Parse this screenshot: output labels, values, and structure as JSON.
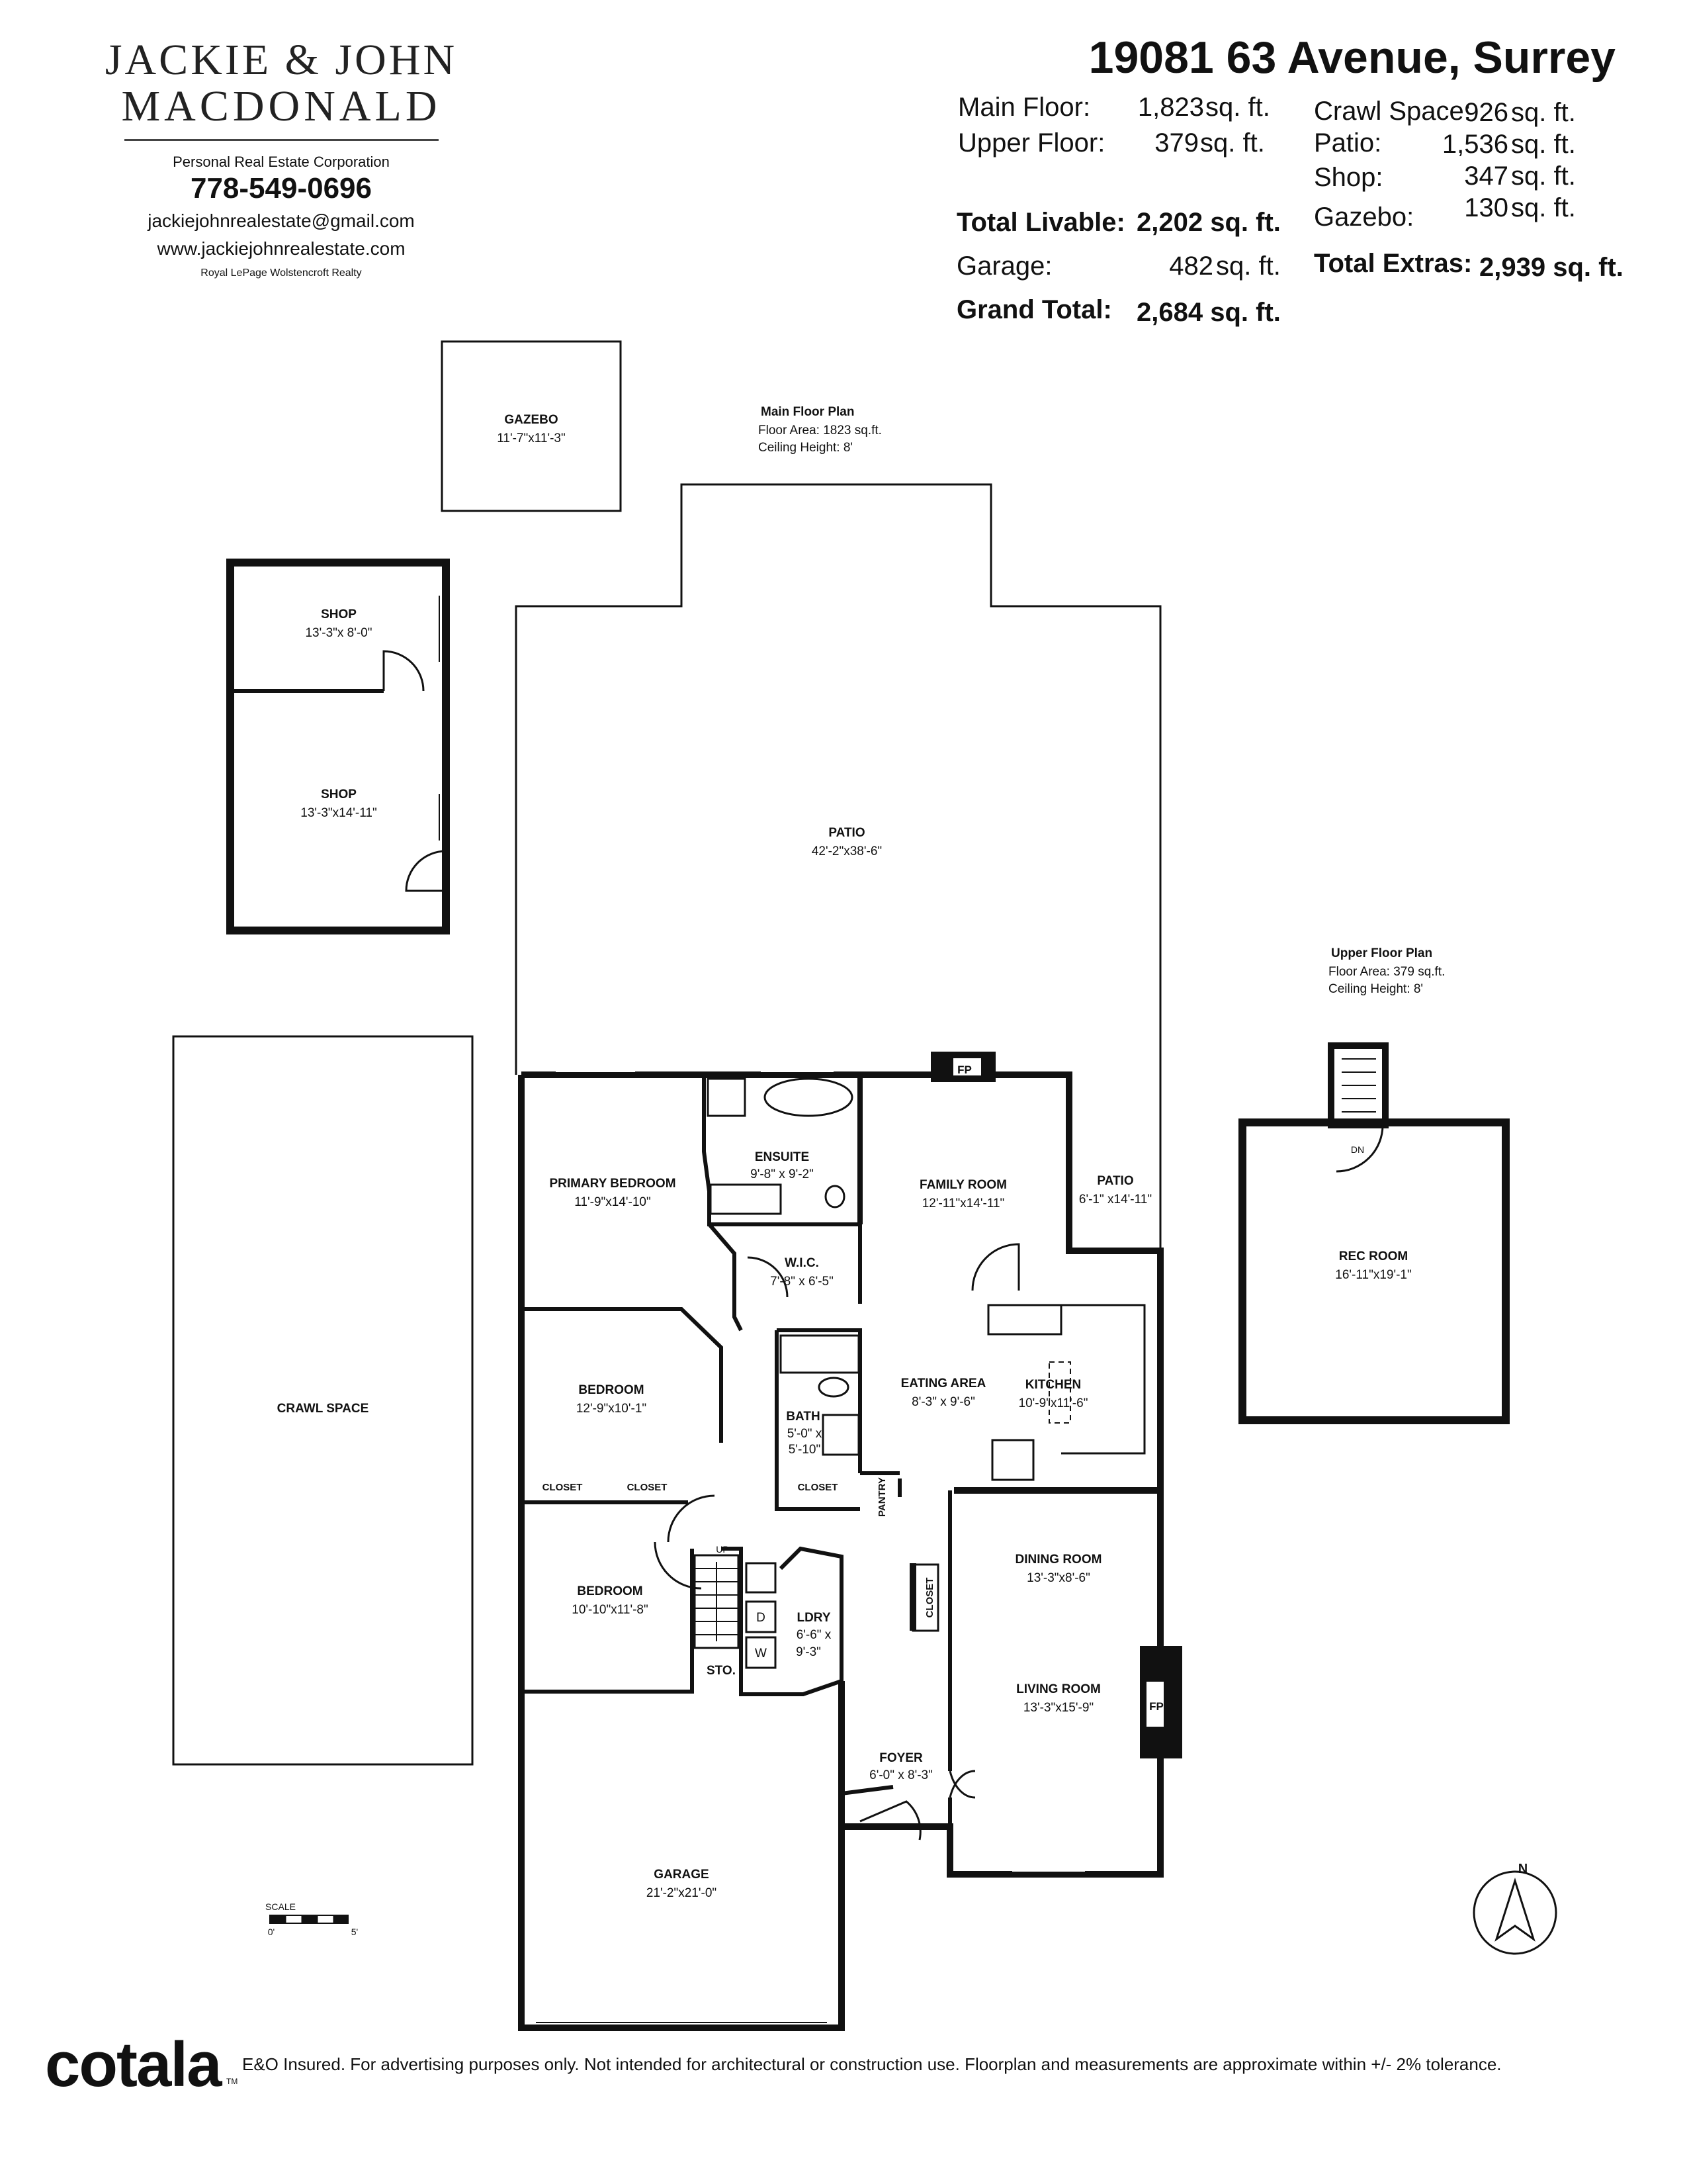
{
  "agent": {
    "name_line1": "JACKIE & JOHN",
    "name_line2": "MACDONALD",
    "corporation": "Personal Real Estate Corporation",
    "phone": "778-549-0696",
    "email": "jackiejohnrealestate@gmail.com",
    "website": "www.jackiejohnrealestate.com",
    "brokerage": "Royal LePage Wolstencroft Realty"
  },
  "address": "19081 63 Avenue, Surrey",
  "areas": {
    "main_floor": {
      "label": "Main Floor:",
      "value": "1,823",
      "unit": "sq. ft."
    },
    "upper_floor": {
      "label": "Upper Floor:",
      "value": "379",
      "unit": "sq. ft."
    },
    "total_livable": {
      "label": "Total Livable:",
      "value": "2,202 sq. ft."
    },
    "garage": {
      "label": "Garage:",
      "value": "482",
      "unit": "sq. ft."
    },
    "grand_total": {
      "label": "Grand Total:",
      "value": "2,684 sq. ft."
    },
    "crawl_space": {
      "label": "Crawl Space:",
      "value": "926",
      "unit": "sq. ft."
    },
    "patio": {
      "label": "Patio:",
      "value": "1,536",
      "unit": "sq. ft."
    },
    "shop": {
      "label": "Shop:",
      "value": "347",
      "unit": "sq. ft."
    },
    "gazebo": {
      "label": "Gazebo:",
      "value": "130",
      "unit": "sq. ft."
    },
    "total_extras": {
      "label": "Total Extras:",
      "value": "2,939 sq. ft."
    }
  },
  "main_plan": {
    "title": "Main Floor Plan",
    "area": "Floor Area: 1823 sq.ft.",
    "ceiling": "Ceiling Height: 8'"
  },
  "upper_plan": {
    "title": "Upper Floor Plan",
    "area": "Floor Area: 379 sq.ft.",
    "ceiling": "Ceiling Height: 8'"
  },
  "rooms": {
    "gazebo": {
      "name": "GAZEBO",
      "dim": "11'-7\"x11'-3\""
    },
    "shop1": {
      "name": "SHOP",
      "dim": "13'-3\"x 8'-0\""
    },
    "shop2": {
      "name": "SHOP",
      "dim": "13'-3\"x14'-11\""
    },
    "patio": {
      "name": "PATIO",
      "dim": "42'-2\"x38'-6\""
    },
    "crawl": {
      "name": "CRAWL SPACE"
    },
    "primary_bedroom": {
      "name": "PRIMARY BEDROOM",
      "dim": "11'-9\"x14'-10\""
    },
    "ensuite": {
      "name": "ENSUITE",
      "dim": "9'-8\" x 9'-2\""
    },
    "wic": {
      "name": "W.I.C.",
      "dim": "7'-8\" x 6'-5\""
    },
    "family_room": {
      "name": "FAMILY ROOM",
      "dim": "12'-11\"x14'-11\""
    },
    "patio_small": {
      "name": "PATIO",
      "dim": "6'-1\" x14'-11\""
    },
    "bedroom1": {
      "name": "BEDROOM",
      "dim": "12'-9\"x10'-1\""
    },
    "bath": {
      "name": "BATH",
      "dim1": "5'-0\" x",
      "dim2": "5'-10\""
    },
    "eating_area": {
      "name": "EATING AREA",
      "dim": "8'-3\" x 9'-6\""
    },
    "kitchen": {
      "name": "KITCHEN",
      "dim": "10'-9\"x11'-6\""
    },
    "rec_room": {
      "name": "REC ROOM",
      "dim": "16'-11\"x19'-1\""
    },
    "closet": "CLOSET",
    "pantry": "PANTRY",
    "bedroom2": {
      "name": "BEDROOM",
      "dim": "10'-10\"x11'-8\""
    },
    "laundry": {
      "name": "LDRY",
      "dim1": "6'-6\" x",
      "dim2": "9'-3\""
    },
    "storage": "STO.",
    "dining_room": {
      "name": "DINING ROOM",
      "dim": "13'-3\"x8'-6\""
    },
    "living_room": {
      "name": "LIVING ROOM",
      "dim": "13'-3\"x15'-9\""
    },
    "foyer": {
      "name": "FOYER",
      "dim": "6'-0\" x 8'-3\""
    },
    "garage": {
      "name": "GARAGE",
      "dim": "21'-2\"x21'-0\""
    }
  },
  "markers": {
    "fireplace": "FP",
    "up": "UP",
    "down": "DN",
    "dryer": "D",
    "washer": "W",
    "north": "N"
  },
  "scale": {
    "label": "SCALE",
    "min": "0'",
    "max": "5'"
  },
  "footer": {
    "logo": "cotala",
    "tm": "TM",
    "disclaimer": "E&O Insured. For advertising purposes only. Not intended for architectural or construction use. Floorplan and measurements are approximate within +/- 2% tolerance."
  }
}
